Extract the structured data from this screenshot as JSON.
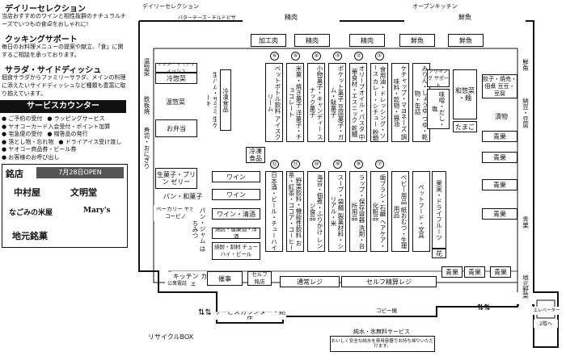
{
  "panel": {
    "daily_title": "デイリーセレクション",
    "daily_desc": "当店おすすめのワインと相性抜群のナチュラルチーズでいつもの食卓をおしゃれに!",
    "cooking_title": "クッキングサポート",
    "cooking_desc": "毎日のお料理メニューの提案や献立、「食」に関するご相談を承っております。",
    "salad_title": "サラダ・サイドディッシュ",
    "salad_desc": "個食サラダからファミリーサラダ、メインの料理に添えたいサイドディッシュなど種類も豊富に取り揃えています。",
    "service_title": "サービスカウンター",
    "services": [
      [
        "ご予約の受付",
        "ラッピングサービス"
      ],
      [
        "ヤオコーカード入会受付・ポイント加算"
      ],
      [
        "宅急便の受付",
        "贈答品の発行"
      ],
      [
        "落とし物・忘れ物",
        "ドライアイス受け渡し"
      ],
      [
        "ヤオコー商品券・ビール券"
      ],
      [
        "お客様のお呼び出し"
      ]
    ],
    "meiten_title": "銘店",
    "open_text": "7月28日OPEN",
    "shops": [
      "中村屋",
      "文明堂",
      "なごみの米屋",
      "Mary's",
      "地元銘菓"
    ]
  },
  "map": {
    "top_labels": [
      "デイリーセレクション",
      "パターチーズ・チルドピザ",
      "オープンキッチン"
    ],
    "perimeter": {
      "seika_top": "精肉",
      "sengyo_top": "鮮魚",
      "sengyo_right": "鮮魚",
      "nattou": "納豆・豆腐",
      "aomono": "青果",
      "jimoto_yasai": "地元野菜",
      "onsai": "温惣菜",
      "tempura": "鉄板焼",
      "sushi": "寿司・おにぎり",
      "salad_side": "サラダ・サイドディッシュ",
      "reisouzai": "冷惣菜",
      "onsouzai2": "温惣菜",
      "obento": "お弁当",
      "seika_pudding": "生菓子・プリン ゼリー",
      "pan": "パン・和菓子",
      "bakery": "ベーカリー ヤオコーピノ",
      "kitchen_cafe": "キッチン カフェ",
      "koushuu": "公衆電話",
      "saiji": "催事",
      "self_meiten": "セルフ 銘店",
      "tsujo_register": "通常レジ",
      "self_register": "セルフ精算レジ",
      "copy": "コピー機",
      "water": "純水・氷無料サービス",
      "water_note": "おいしく安全な純水を専用容器でお持ち帰りいただけます。",
      "service_counter": "サービスカウンター・銘店",
      "recycle": "リサイクルBOX",
      "elevator": "エレベーター",
      "to_2f": "2階へ"
    },
    "inner_top": [
      "加工肉",
      "精肉",
      "精肉",
      "鮮魚",
      "鮮魚"
    ],
    "cooking_support": "クッキング サポート",
    "wafuu": "和惣菜 ・麺",
    "tamago": "たまご",
    "gyoza": "餃子・焼売・佃煮 豆豆・豆腐",
    "tsukemono": "漬物",
    "ajitsuke": "味噌・だし・塩",
    "aisles_top": [
      {
        "num": "⑥",
        "text": "ペットボトル飲料 アイスクリーム"
      },
      {
        "num": "⑤",
        "text": "米菓・焼き菓子 洋菓子・チョコレート"
      },
      {
        "num": "④",
        "text": "小物菓子・キャンディー スナック菓子"
      },
      {
        "num": "③",
        "text": "ポケット菓子 豆腐菓子・ガム・駄菓子"
      },
      {
        "num": "②",
        "text": "オリーブオイル・パスタ 中華食材・エスニック 乾麺"
      },
      {
        "num": "①",
        "text": "食用油・ドレッシング・ソース カレー・シチュー 粉類"
      },
      {
        "num": "",
        "text": "ケチャップ・マヨネーズ 調味料・乾物・醤油"
      },
      {
        "num": "",
        "text": "みりん・しょうゆ つゆ・乾物・缶詰"
      }
    ],
    "left_inner": [
      "生ハム・サラミ 生ケーキ",
      "冷凍食品",
      "冷凍食品"
    ],
    "wine": [
      "ワイン",
      "ワイン",
      "ワイン・清酒",
      "焼酎・健康酒・洋酒",
      "焼酎・割材 チューハイ・ビール"
    ],
    "pan_jam": "パン・ジャム はちみつ",
    "aisles_bottom": [
      {
        "num": "⑫",
        "text": "日本酒・ビール・チューハイ"
      },
      {
        "num": "⑪",
        "text": "野菜飲料・機能性飲料 お茶・紅茶・ココア・コーヒー"
      },
      {
        "num": "⑩",
        "text": "海苔・佃煮・ふりかけ レンジ食品"
      },
      {
        "num": "⑨",
        "text": "スープ・袋麺 製菓材料・シリアル・米"
      },
      {
        "num": "⑧",
        "text": "ラップ・保存容器 洗剤・台所用品"
      },
      {
        "num": "⑦",
        "text": "歯ブラシ・石鹸 ヘアケア・化粧品"
      },
      {
        "num": "",
        "text": "ベビー用品 紙おむつ・生理用品"
      },
      {
        "num": "",
        "text": "ペットフード・文具"
      }
    ],
    "right_inner": [
      "青果",
      "青果",
      "青果",
      "青果",
      "花",
      "青果",
      "青果",
      "青果"
    ],
    "dry_fruit": "果実・ドライフルーツ"
  }
}
